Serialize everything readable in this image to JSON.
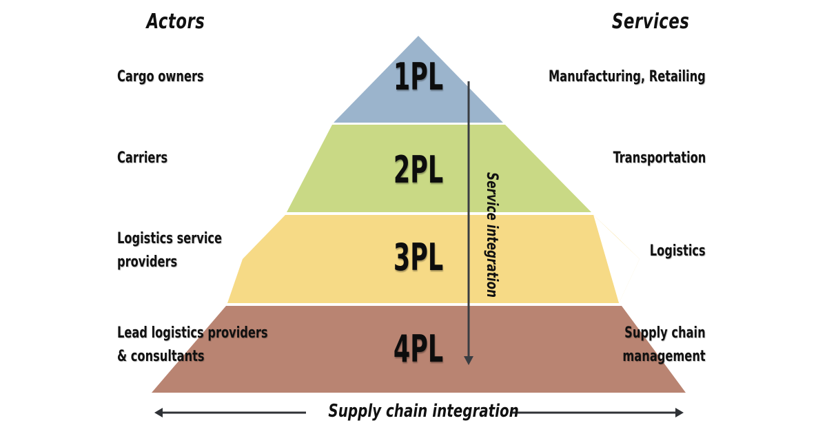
{
  "headers": {
    "actors": "Actors",
    "services": "Services"
  },
  "tiers": [
    {
      "id": "1PL",
      "label": "1PL",
      "actor": [
        "Cargo owners"
      ],
      "service": [
        "Manufacturing, Retailing"
      ],
      "color": "#9bb4cc"
    },
    {
      "id": "2PL",
      "label": "2PL",
      "actor": [
        "Carriers"
      ],
      "service": [
        "Transportation"
      ],
      "color": "#c9d985"
    },
    {
      "id": "3PL",
      "label": "3PL",
      "actor": [
        "Logistics service",
        "providers"
      ],
      "service": [
        "Logistics"
      ],
      "color": "#f6da86"
    },
    {
      "id": "4PL",
      "label": "4PL",
      "actor": [
        "Lead logistics providers",
        "& consultants"
      ],
      "service": [
        "Supply chain",
        "management"
      ],
      "color": "#b98472"
    }
  ],
  "arrows": {
    "vertical_label": "Service integration",
    "horizontal_label": "Supply chain integration"
  }
}
